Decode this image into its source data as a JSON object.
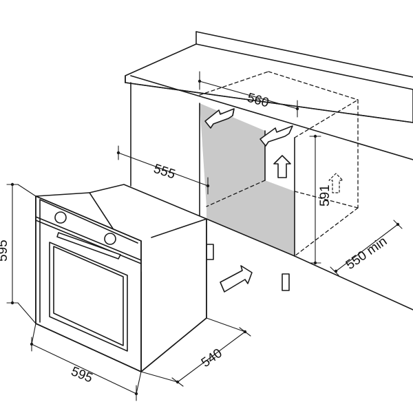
{
  "colors": {
    "line": "#1a1a1a",
    "cavity": "#c9c9c9",
    "background": "#ffffff"
  },
  "dimensions": {
    "niche_width": "560",
    "niche_depth": "555",
    "niche_height": "591",
    "min_depth": "550 min",
    "oven_height": "595",
    "oven_width": "595",
    "oven_depth": "540"
  },
  "icons": {
    "airflow_arrows": [
      "airflow-out-arrow-icon",
      "airflow-up-arrow-icon",
      "airflow-in-arrow-icon"
    ]
  }
}
